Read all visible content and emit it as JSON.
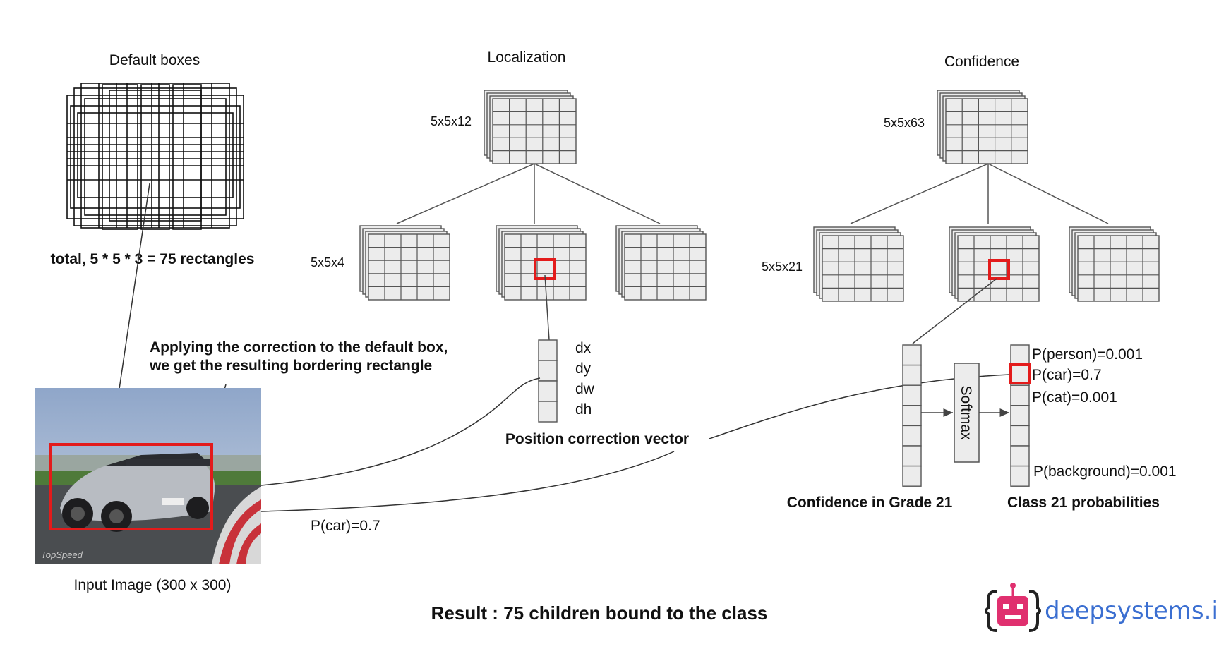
{
  "labels": {
    "default_boxes_title": "Default boxes",
    "default_boxes_total": "total, 5 * 5 * 3 = 75 rectangles",
    "localization_title": "Localization",
    "confidence_title": "Confidence",
    "loc_top_dim": "5x5x12",
    "loc_sub_dim": "5x5x4",
    "conf_top_dim": "5x5x63",
    "conf_sub_dim": "5x5x21",
    "apply_line1": "Applying the correction to the default box,",
    "apply_line2": "we get the resulting bordering rectangle",
    "vector_components": [
      "dx",
      "dy",
      "dw",
      "dh"
    ],
    "vector_caption": "Position correction vector",
    "input_caption": "Input Image (300 x 300)",
    "pcar_line_label": "P(car)=0.7",
    "softmax": "Softmax",
    "probabilities": [
      "P(person)=0.001",
      "P(car)=0.7",
      "P(cat)=0.001",
      "P(background)=0.001"
    ],
    "confidence_caption": "Confidence in Grade 21",
    "class_caption": "Class 21 probabilities",
    "result": "Result : 75 children bound to the class",
    "photo_watermark": "TopSpeed"
  },
  "logo": {
    "text": "deepsystems.io",
    "accent": "#e0306f",
    "text_color": "#3b6fd1"
  },
  "colors": {
    "highlight": "#e31b1b",
    "grid_fill": "#ececec",
    "stroke": "#555555"
  }
}
